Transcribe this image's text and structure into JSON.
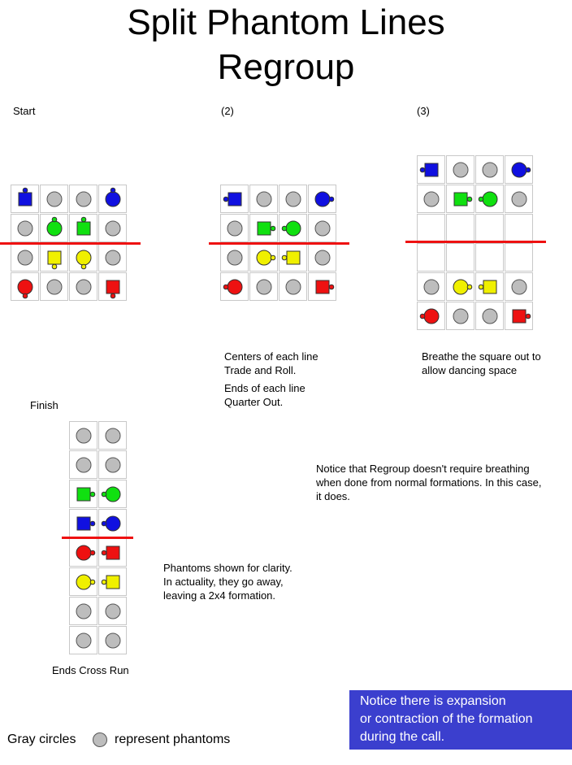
{
  "title": {
    "line1": "Split Phantom Lines",
    "line2": "Regroup"
  },
  "colors": {
    "blue": "#1010e0",
    "green": "#10e010",
    "yellow": "#f0f000",
    "red": "#ee1111",
    "phantom": "#bdbdbd",
    "line": "#ee1111",
    "note_box": "#3b3fce"
  },
  "panels": [
    {
      "id": "start",
      "label": "Start",
      "rows": [
        [
          {
            "t": "square",
            "c": "blue",
            "nose": "up"
          },
          {
            "t": "phantom"
          },
          {
            "t": "phantom"
          },
          {
            "t": "circle",
            "c": "blue",
            "nose": "up"
          }
        ],
        [
          {
            "t": "phantom"
          },
          {
            "t": "circle",
            "c": "green",
            "nose": "up"
          },
          {
            "t": "square",
            "c": "green",
            "nose": "up"
          },
          {
            "t": "phantom"
          }
        ],
        [
          {
            "t": "phantom"
          },
          {
            "t": "square",
            "c": "yellow",
            "nose": "down"
          },
          {
            "t": "circle",
            "c": "yellow",
            "nose": "down"
          },
          {
            "t": "phantom"
          }
        ],
        [
          {
            "t": "circle",
            "c": "red",
            "nose": "down"
          },
          {
            "t": "phantom"
          },
          {
            "t": "phantom"
          },
          {
            "t": "square",
            "c": "red",
            "nose": "down"
          }
        ]
      ]
    },
    {
      "id": "step2",
      "label": "(2)",
      "caption1": "Centers of each line\nTrade and Roll.",
      "caption2": "Ends of each line\nQuarter Out.",
      "rows": [
        [
          {
            "t": "square",
            "c": "blue",
            "nose": "left"
          },
          {
            "t": "phantom"
          },
          {
            "t": "phantom"
          },
          {
            "t": "circle",
            "c": "blue",
            "nose": "right"
          }
        ],
        [
          {
            "t": "phantom"
          },
          {
            "t": "square",
            "c": "green",
            "nose": "right"
          },
          {
            "t": "circle",
            "c": "green",
            "nose": "left"
          },
          {
            "t": "phantom"
          }
        ],
        [
          {
            "t": "phantom"
          },
          {
            "t": "circle",
            "c": "yellow",
            "nose": "right"
          },
          {
            "t": "square",
            "c": "yellow",
            "nose": "left"
          },
          {
            "t": "phantom"
          }
        ],
        [
          {
            "t": "circle",
            "c": "red",
            "nose": "left"
          },
          {
            "t": "phantom"
          },
          {
            "t": "phantom"
          },
          {
            "t": "square",
            "c": "red",
            "nose": "right"
          }
        ]
      ]
    },
    {
      "id": "step3",
      "label": "(3)",
      "caption": "Breathe the square out to\nallow dancing space",
      "rows": [
        [
          {
            "t": "square",
            "c": "blue",
            "nose": "left"
          },
          {
            "t": "phantom"
          },
          {
            "t": "phantom"
          },
          {
            "t": "circle",
            "c": "blue",
            "nose": "right"
          }
        ],
        [
          {
            "t": "phantom"
          },
          {
            "t": "square",
            "c": "green",
            "nose": "right"
          },
          {
            "t": "circle",
            "c": "green",
            "nose": "left"
          },
          {
            "t": "phantom"
          }
        ],
        [
          {
            "t": "empty"
          },
          {
            "t": "empty"
          },
          {
            "t": "empty"
          },
          {
            "t": "empty"
          }
        ],
        [
          {
            "t": "empty"
          },
          {
            "t": "empty"
          },
          {
            "t": "empty"
          },
          {
            "t": "empty"
          }
        ],
        [
          {
            "t": "phantom"
          },
          {
            "t": "circle",
            "c": "yellow",
            "nose": "right"
          },
          {
            "t": "square",
            "c": "yellow",
            "nose": "left"
          },
          {
            "t": "phantom"
          }
        ],
        [
          {
            "t": "circle",
            "c": "red",
            "nose": "left"
          },
          {
            "t": "phantom"
          },
          {
            "t": "phantom"
          },
          {
            "t": "square",
            "c": "red",
            "nose": "right"
          }
        ]
      ]
    },
    {
      "id": "finish",
      "label": "Finish",
      "caption_below": "Ends Cross Run",
      "rows": [
        [
          {
            "t": "phantom"
          },
          {
            "t": "phantom"
          }
        ],
        [
          {
            "t": "phantom"
          },
          {
            "t": "phantom"
          }
        ],
        [
          {
            "t": "square",
            "c": "green",
            "nose": "right"
          },
          {
            "t": "circle",
            "c": "green",
            "nose": "left"
          }
        ],
        [
          {
            "t": "square",
            "c": "blue",
            "nose": "right"
          },
          {
            "t": "circle",
            "c": "blue",
            "nose": "left"
          }
        ],
        [
          {
            "t": "circle",
            "c": "red",
            "nose": "right"
          },
          {
            "t": "square",
            "c": "red",
            "nose": "left"
          }
        ],
        [
          {
            "t": "circle",
            "c": "yellow",
            "nose": "right"
          },
          {
            "t": "square",
            "c": "yellow",
            "nose": "left"
          }
        ],
        [
          {
            "t": "phantom"
          },
          {
            "t": "phantom"
          }
        ],
        [
          {
            "t": "phantom"
          },
          {
            "t": "phantom"
          }
        ]
      ]
    }
  ],
  "notes": {
    "breathing": "Notice that Regroup doesn't require breathing\nwhen done from normal formations. In this case,\nit does.",
    "phantoms": "Phantoms shown for clarity.\nIn actuality, they go away,\nleaving a 2x4 formation.",
    "expansion": "Notice there is expansion\nor contraction of the formation\nduring the call."
  },
  "legend": {
    "prefix": "Gray circles",
    "suffix": "represent phantoms"
  }
}
